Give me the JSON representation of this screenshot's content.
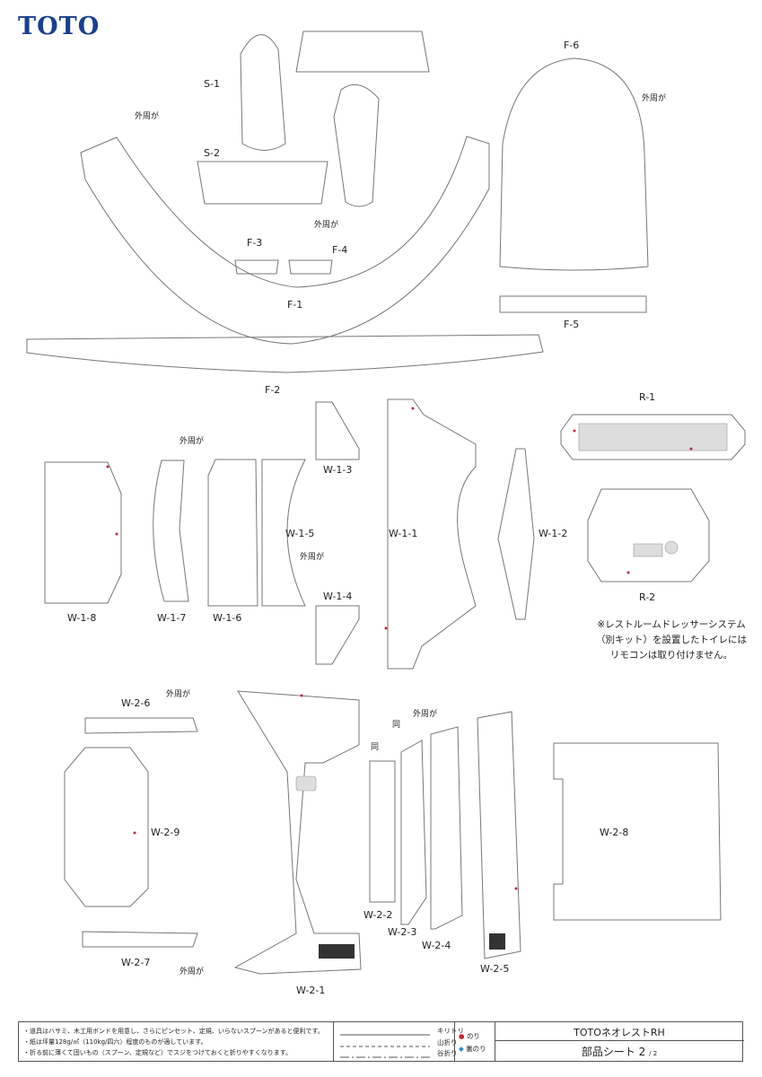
{
  "brand": {
    "logo": "TOTO"
  },
  "labels": {
    "s1": "S-1",
    "s2": "S-2",
    "f1": "F-1",
    "f2": "F-2",
    "f3": "F-3",
    "f4": "F-4",
    "f5": "F-5",
    "f6": "F-6",
    "r1": "R-1",
    "r2": "R-2",
    "w11": "W-1-1",
    "w12": "W-1-2",
    "w13": "W-1-3",
    "w14": "W-1-4",
    "w15": "W-1-5",
    "w16": "W-1-6",
    "w17": "W-1-7",
    "w18": "W-1-8",
    "w21": "W-2-1",
    "w22": "W-2-2",
    "w23": "W-2-3",
    "w24": "W-2-4",
    "w25": "W-2-5",
    "w26": "W-2-6",
    "w27": "W-2-7",
    "w28": "W-2-8",
    "w29": "W-2-9"
  },
  "cut_hint": "外周が",
  "same_hint": "同",
  "note": {
    "line1": "※レストルームドレッサーシステム",
    "line2": "（別キット）を設置したトイレには",
    "line3": "リモコンは取り付けません。"
  },
  "footer": {
    "notes": [
      "・道具はハサミ、木工用ボンドを用意し、さらにピンセット、定規、いらないスプーンがあると便利です。",
      "・紙は坪量128g/㎡（110kg/四六）程度のものが適しています。",
      "・折る前に薄くて固いもの（スプーン、定規など）でスジをつけておくと折りやすくなります。"
    ],
    "legend": {
      "cut": "キリトリ",
      "mountain": "山折り",
      "valley": "谷折り"
    },
    "glue": {
      "front": "のり",
      "back": "裏のり"
    },
    "product": "TOTOネオレストRH",
    "sheet": "部品シート 2",
    "sheet_page": "/ 2"
  },
  "colors": {
    "logo": "#1b3f8f",
    "glue_dot": "#c0283a",
    "back_glue": "#3a8ad0",
    "outline": "#777"
  }
}
